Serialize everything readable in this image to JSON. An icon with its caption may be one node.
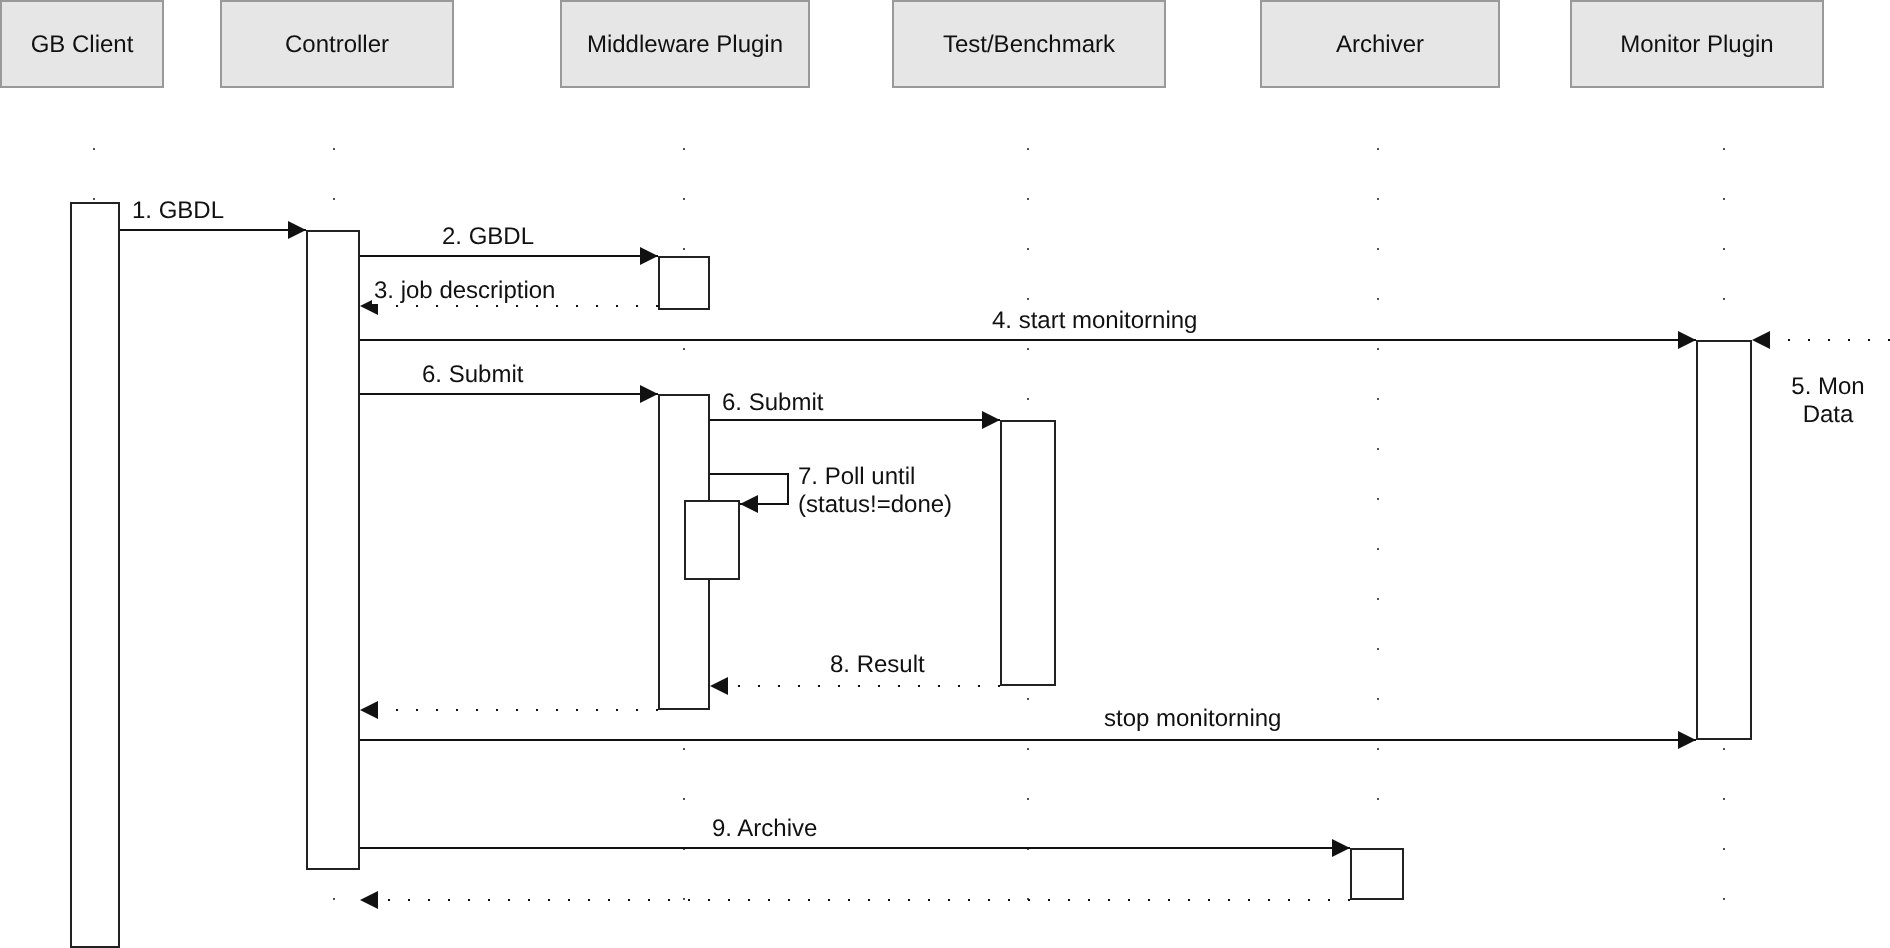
{
  "diagram": {
    "nodes": [
      {
        "text": [
          "GB Client"
        ]
      },
      {
        "text": [
          "Controller"
        ]
      },
      {
        "text": [
          "Middleware Plugin"
        ]
      },
      {
        "text": [
          "Test/Benchmark"
        ]
      },
      {
        "text": [
          "Archiver"
        ]
      },
      {
        "text": [
          "Monitor Plugin"
        ]
      },
      {
        "text": [],
        "shape": "bar"
      },
      {
        "text": [],
        "shape": "bar"
      },
      {
        "text": [],
        "shape": "bar"
      },
      {
        "text": [],
        "shape": "bar"
      },
      {
        "text": [],
        "shape": "bar"
      },
      {
        "text": [],
        "shape": "bar"
      },
      {
        "text": [],
        "shape": "bar"
      },
      {
        "text": [],
        "shape": "bar"
      }
    ],
    "edges": [
      {
        "from": 6,
        "to": 7,
        "arrow": "to",
        "label": "1. GBDL"
      },
      {
        "from": 7,
        "to": 8,
        "arrow": "to",
        "label": "2. GBDL"
      },
      {
        "from": 8,
        "to": 7,
        "arrow": "to",
        "label": "3. job description",
        "style": "dashed"
      },
      {
        "from": 7,
        "to": 9,
        "arrow": "to",
        "label": "4. start monitorning"
      },
      {
        "from": null,
        "to": 9,
        "arrow": "to",
        "label": "5. Mon Data",
        "style": "dashed"
      },
      {
        "from": 7,
        "to": 10,
        "arrow": "to",
        "label": "6. Submit"
      },
      {
        "from": 10,
        "to": 11,
        "arrow": "to",
        "label": "6. Submit"
      },
      {
        "from": 10,
        "to": 12,
        "arrow": "to",
        "label": "7. Poll until (status!=done)"
      },
      {
        "from": 11,
        "to": 10,
        "arrow": "to",
        "label": "8. Result",
        "style": "dashed"
      },
      {
        "from": 10,
        "to": 7,
        "arrow": "to",
        "style": "dashed"
      },
      {
        "from": 7,
        "to": 9,
        "arrow": "to",
        "label": "stop monitorning"
      },
      {
        "from": 7,
        "to": 13,
        "arrow": "to",
        "label": "9. Archive"
      },
      {
        "from": 13,
        "to": 7,
        "arrow": "to",
        "style": "dashed"
      }
    ]
  }
}
